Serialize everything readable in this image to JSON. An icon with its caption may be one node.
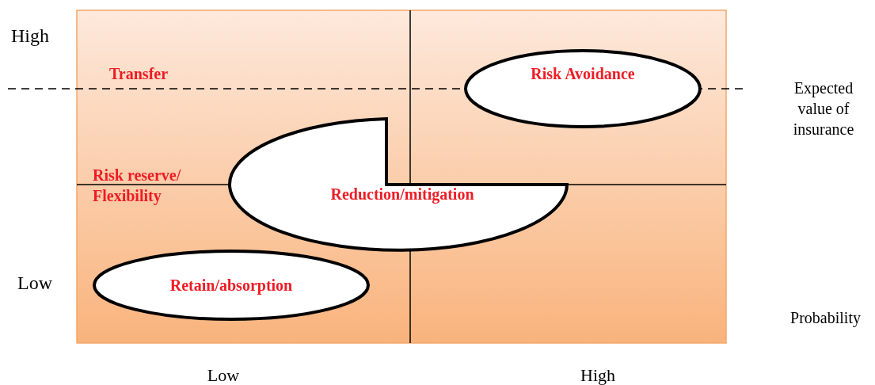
{
  "diagram": {
    "nodes": [
      {
        "text": [
          "Risk Avoidance"
        ]
      },
      {
        "text": [
          "Reduction/mitigation"
        ]
      },
      {
        "text": [
          "Retain/absorption"
        ]
      }
    ],
    "labels": [
      "High",
      "Transfer",
      "Expected value of insurance",
      "Risk reserve/ Flexibility",
      "Low",
      "Probability",
      "Low",
      "High"
    ]
  }
}
